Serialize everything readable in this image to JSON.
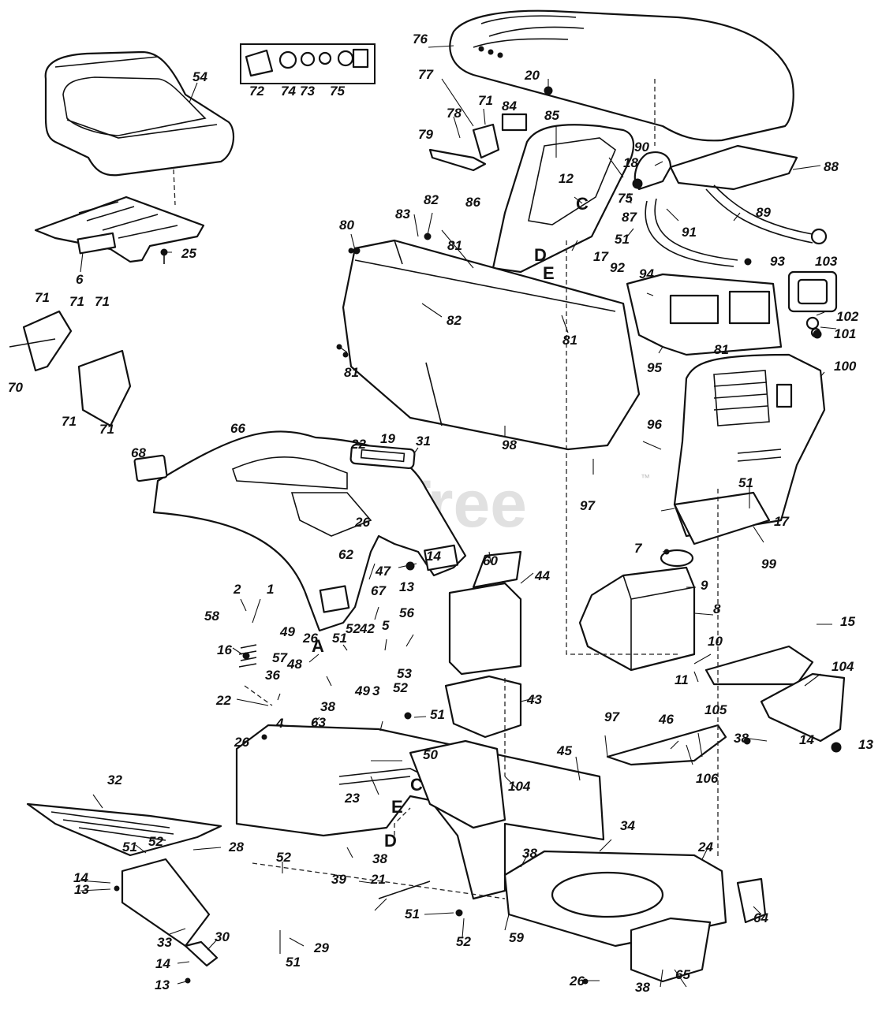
{
  "watermark": {
    "text": "PartsTree",
    "trademark": "™"
  },
  "callouts": [
    {
      "id": "c-54",
      "label": "54"
    },
    {
      "id": "c-6",
      "label": "6"
    },
    {
      "id": "c-25",
      "label": "25"
    },
    {
      "id": "c-72",
      "label": "72"
    },
    {
      "id": "c-74",
      "label": "74"
    },
    {
      "id": "c-73",
      "label": "73"
    },
    {
      "id": "c-75a",
      "label": "75"
    },
    {
      "id": "c-76",
      "label": "76"
    },
    {
      "id": "c-20",
      "label": "20"
    },
    {
      "id": "c-77",
      "label": "77"
    },
    {
      "id": "c-71a",
      "label": "71"
    },
    {
      "id": "c-84",
      "label": "84"
    },
    {
      "id": "c-78",
      "label": "78"
    },
    {
      "id": "c-79",
      "label": "79"
    },
    {
      "id": "c-85",
      "label": "85"
    },
    {
      "id": "c-12",
      "label": "12"
    },
    {
      "id": "c-18",
      "label": "18"
    },
    {
      "id": "c-90",
      "label": "90"
    },
    {
      "id": "c-88",
      "label": "88"
    },
    {
      "id": "c-86",
      "label": "86"
    },
    {
      "id": "c-75b",
      "label": "75"
    },
    {
      "id": "c-87",
      "label": "87"
    },
    {
      "id": "c-89",
      "label": "89"
    },
    {
      "id": "c-83",
      "label": "83"
    },
    {
      "id": "c-82a",
      "label": "82"
    },
    {
      "id": "c-80",
      "label": "80"
    },
    {
      "id": "c-81a",
      "label": "81"
    },
    {
      "id": "c-51a",
      "label": "51"
    },
    {
      "id": "c-91",
      "label": "91"
    },
    {
      "id": "c-17a",
      "label": "17"
    },
    {
      "id": "c-93",
      "label": "93"
    },
    {
      "id": "c-103",
      "label": "103"
    },
    {
      "id": "c-92",
      "label": "92"
    },
    {
      "id": "c-94",
      "label": "94"
    },
    {
      "id": "c-82b",
      "label": "82"
    },
    {
      "id": "c-81b",
      "label": "81"
    },
    {
      "id": "c-102",
      "label": "102"
    },
    {
      "id": "c-101",
      "label": "101"
    },
    {
      "id": "c-81c",
      "label": "81"
    },
    {
      "id": "c-81d",
      "label": "81"
    },
    {
      "id": "c-100",
      "label": "100"
    },
    {
      "id": "c-95",
      "label": "95"
    },
    {
      "id": "c-71b",
      "label": "71"
    },
    {
      "id": "c-71c",
      "label": "71"
    },
    {
      "id": "c-71d",
      "label": "71"
    },
    {
      "id": "c-70",
      "label": "70"
    },
    {
      "id": "c-71e",
      "label": "71"
    },
    {
      "id": "c-71f",
      "label": "71"
    },
    {
      "id": "c-96",
      "label": "96"
    },
    {
      "id": "c-98",
      "label": "98"
    },
    {
      "id": "c-66",
      "label": "66"
    },
    {
      "id": "c-22a",
      "label": "22"
    },
    {
      "id": "c-19",
      "label": "19"
    },
    {
      "id": "c-31",
      "label": "31"
    },
    {
      "id": "c-68",
      "label": "68"
    },
    {
      "id": "c-97a",
      "label": "97"
    },
    {
      "id": "c-51b",
      "label": "51"
    },
    {
      "id": "c-17b",
      "label": "17"
    },
    {
      "id": "c-26a",
      "label": "26"
    },
    {
      "id": "c-99",
      "label": "99"
    },
    {
      "id": "c-62",
      "label": "62"
    },
    {
      "id": "c-14a",
      "label": "14"
    },
    {
      "id": "c-13a",
      "label": "13"
    },
    {
      "id": "c-60",
      "label": "60"
    },
    {
      "id": "c-7",
      "label": "7"
    },
    {
      "id": "c-47",
      "label": "47"
    },
    {
      "id": "c-67",
      "label": "67"
    },
    {
      "id": "c-9",
      "label": "9"
    },
    {
      "id": "c-8",
      "label": "8"
    },
    {
      "id": "c-2",
      "label": "2"
    },
    {
      "id": "c-1",
      "label": "1"
    },
    {
      "id": "c-58",
      "label": "58"
    },
    {
      "id": "c-44",
      "label": "44"
    },
    {
      "id": "c-15",
      "label": "15"
    },
    {
      "id": "c-56",
      "label": "56"
    },
    {
      "id": "c-49a",
      "label": "49"
    },
    {
      "id": "c-5",
      "label": "5"
    },
    {
      "id": "c-42",
      "label": "42"
    },
    {
      "id": "c-26b",
      "label": "26"
    },
    {
      "id": "c-51c",
      "label": "51"
    },
    {
      "id": "c-52a",
      "label": "52"
    },
    {
      "id": "c-16",
      "label": "16"
    },
    {
      "id": "c-10",
      "label": "10"
    },
    {
      "id": "c-57",
      "label": "57"
    },
    {
      "id": "c-48",
      "label": "48"
    },
    {
      "id": "c-53",
      "label": "53"
    },
    {
      "id": "c-104a",
      "label": "104"
    },
    {
      "id": "c-36",
      "label": "36"
    },
    {
      "id": "c-11",
      "label": "11"
    },
    {
      "id": "c-22b",
      "label": "22"
    },
    {
      "id": "c-38a",
      "label": "38"
    },
    {
      "id": "c-49b",
      "label": "49"
    },
    {
      "id": "c-3",
      "label": "3"
    },
    {
      "id": "c-52b",
      "label": "52"
    },
    {
      "id": "c-43",
      "label": "43"
    },
    {
      "id": "c-105",
      "label": "105"
    },
    {
      "id": "c-51d",
      "label": "51"
    },
    {
      "id": "c-4",
      "label": "4"
    },
    {
      "id": "c-63",
      "label": "63"
    },
    {
      "id": "c-97b",
      "label": "97"
    },
    {
      "id": "c-46",
      "label": "46"
    },
    {
      "id": "c-38b",
      "label": "38"
    },
    {
      "id": "c-14b",
      "label": "14"
    },
    {
      "id": "c-13b",
      "label": "13"
    },
    {
      "id": "c-26c",
      "label": "26"
    },
    {
      "id": "c-50",
      "label": "50"
    },
    {
      "id": "c-45",
      "label": "45"
    },
    {
      "id": "c-106",
      "label": "106"
    },
    {
      "id": "c-32",
      "label": "32"
    },
    {
      "id": "c-23",
      "label": "23"
    },
    {
      "id": "c-104b",
      "label": "104"
    },
    {
      "id": "c-34",
      "label": "34"
    },
    {
      "id": "c-24",
      "label": "24"
    },
    {
      "id": "c-28",
      "label": "28"
    },
    {
      "id": "c-52c",
      "label": "52"
    },
    {
      "id": "c-52d",
      "label": "52"
    },
    {
      "id": "c-51e",
      "label": "51"
    },
    {
      "id": "c-38c",
      "label": "38"
    },
    {
      "id": "c-38d",
      "label": "38"
    },
    {
      "id": "c-14c",
      "label": "14"
    },
    {
      "id": "c-13c",
      "label": "13"
    },
    {
      "id": "c-39",
      "label": "39"
    },
    {
      "id": "c-21",
      "label": "21"
    },
    {
      "id": "c-51f",
      "label": "51"
    },
    {
      "id": "c-59",
      "label": "59"
    },
    {
      "id": "c-64",
      "label": "64"
    },
    {
      "id": "c-33",
      "label": "33"
    },
    {
      "id": "c-30",
      "label": "30"
    },
    {
      "id": "c-51g",
      "label": "51"
    },
    {
      "id": "c-29",
      "label": "29"
    },
    {
      "id": "c-52e",
      "label": "52"
    },
    {
      "id": "c-14d",
      "label": "14"
    },
    {
      "id": "c-13d",
      "label": "13"
    },
    {
      "id": "c-26d",
      "label": "26"
    },
    {
      "id": "c-38e",
      "label": "38"
    },
    {
      "id": "c-65",
      "label": "65"
    }
  ],
  "ref_letters": [
    {
      "id": "l-C1",
      "label": "C"
    },
    {
      "id": "l-D1",
      "label": "D"
    },
    {
      "id": "l-E1",
      "label": "E"
    },
    {
      "id": "l-A",
      "label": "A"
    },
    {
      "id": "l-C2",
      "label": "C"
    },
    {
      "id": "l-E2",
      "label": "E"
    },
    {
      "id": "l-D2",
      "label": "D"
    }
  ]
}
